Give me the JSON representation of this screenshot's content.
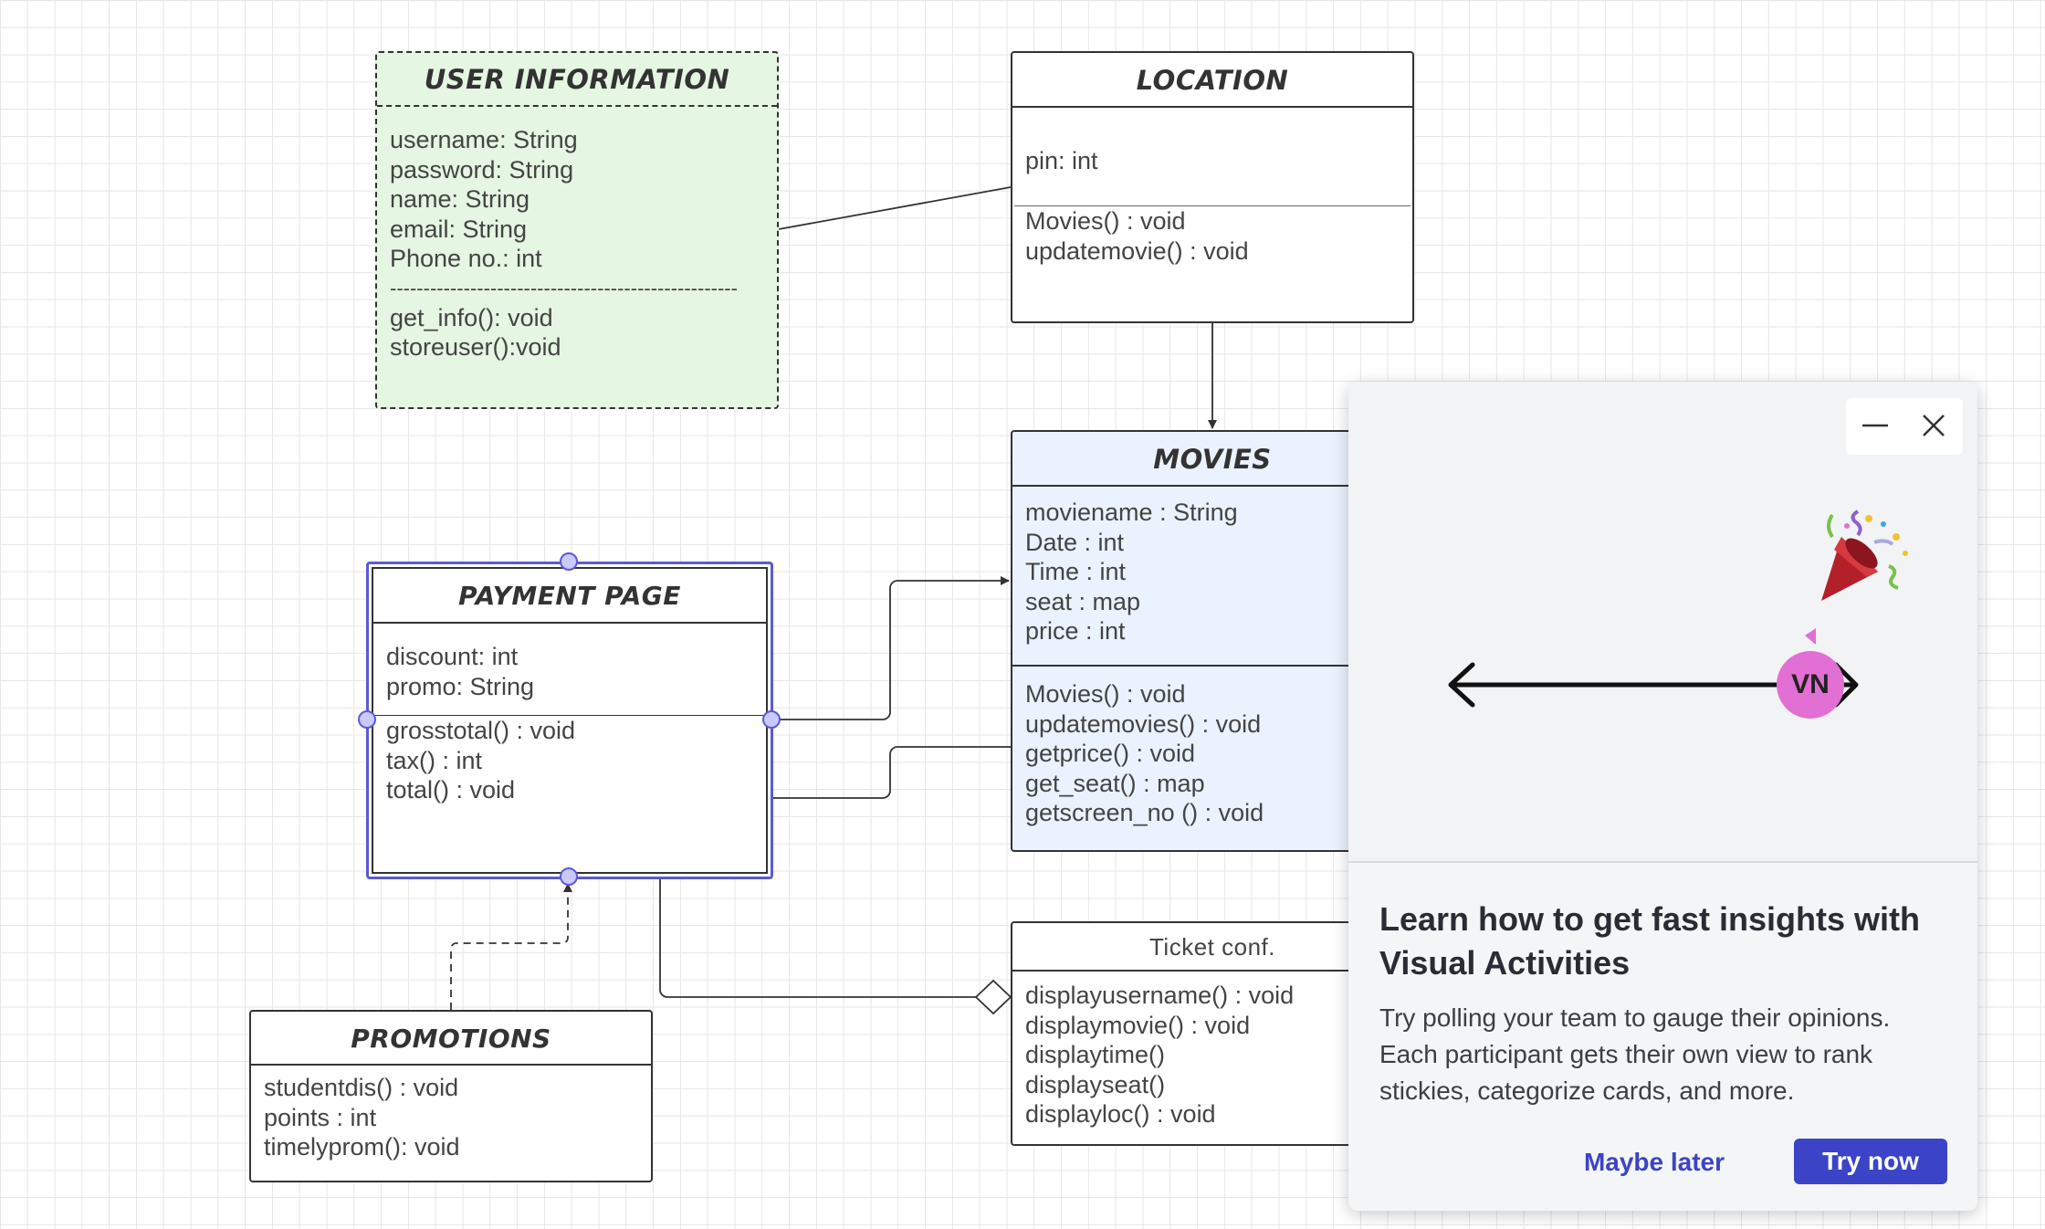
{
  "classes": {
    "user_info": {
      "title": "USER INFORMATION",
      "attributes": [
        "username: String",
        "password: String",
        "name: String",
        "email: String",
        "Phone no.: int"
      ],
      "separator": "----------------------------------------------------",
      "methods": [
        "get_info(): void",
        "storeuser():void"
      ]
    },
    "location": {
      "title": "LOCATION",
      "attributes": [
        "pin: int"
      ],
      "methods": [
        "Movies() : void",
        "updatemovie() : void"
      ]
    },
    "movies": {
      "title": "MOVIES",
      "attributes": [
        "moviename : String",
        "Date : int",
        "Time : int",
        "seat : map",
        "price : int"
      ],
      "methods": [
        "Movies() : void",
        "updatemovies() : void",
        "getprice() : void",
        "get_seat() : map",
        "getscreen_no () : void"
      ]
    },
    "payment": {
      "title": "PAYMENT PAGE",
      "attributes": [
        "discount: int",
        "promo: String"
      ],
      "methods": [
        "grosstotal() : void",
        "tax() : int",
        "total() : void"
      ]
    },
    "promotions": {
      "title": "PROMOTIONS",
      "methods": [
        "studentdis() : void",
        "points : int",
        "timelyprom(): void"
      ]
    },
    "ticket": {
      "title": "Ticket conf.",
      "methods": [
        "displayusername() : void",
        "displaymovie() : void",
        "displaytime()",
        "displayseat()",
        "displayloc() : void"
      ]
    }
  },
  "popup": {
    "avatar_initials": "VN",
    "title": "Learn how to get fast insights with Visual Activities",
    "body": "Try polling your team to gauge their opinions. Each participant gets their own view to rank stickies, categorize cards, and more.",
    "secondary_label": "Maybe later",
    "primary_label": "Try now",
    "colors": {
      "primary": "#3b44c7",
      "avatar": "#e26fd3"
    },
    "icons": [
      "minimize-icon",
      "close-icon",
      "party-popper-icon",
      "double-arrow-icon"
    ]
  },
  "colors": {
    "user_info_fill": "#e5f6e2",
    "movies_fill": "#eaf2fd",
    "selection": "#5a5ad6"
  }
}
